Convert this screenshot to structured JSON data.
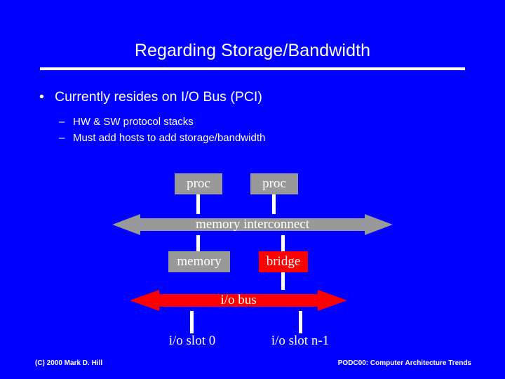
{
  "slide": {
    "background_color": "#0000FF",
    "title": "Regarding Storage/Bandwidth",
    "bullets": {
      "level1": "Currently resides on I/O Bus (PCI)",
      "level1_marker": "•",
      "level2_marker": "–",
      "level2": [
        "HW & SW protocol stacks",
        "Must add hosts to add storage/bandwidth"
      ]
    },
    "diagram": {
      "proc_left": "proc",
      "proc_right": "proc",
      "memory_interconnect": "memory interconnect",
      "memory": "memory",
      "bridge": "bridge",
      "io_bus": "i/o bus",
      "io_slot_0": "i/o slot 0",
      "io_slot_n": "i/o slot n-1",
      "colors": {
        "gray_block": "#999999",
        "red_block": "#FF0000",
        "line": "#FFFFFF"
      }
    },
    "footer": {
      "left": "(C) 2000 Mark D. Hill",
      "right": "PODC00: Computer Architecture Trends"
    }
  }
}
